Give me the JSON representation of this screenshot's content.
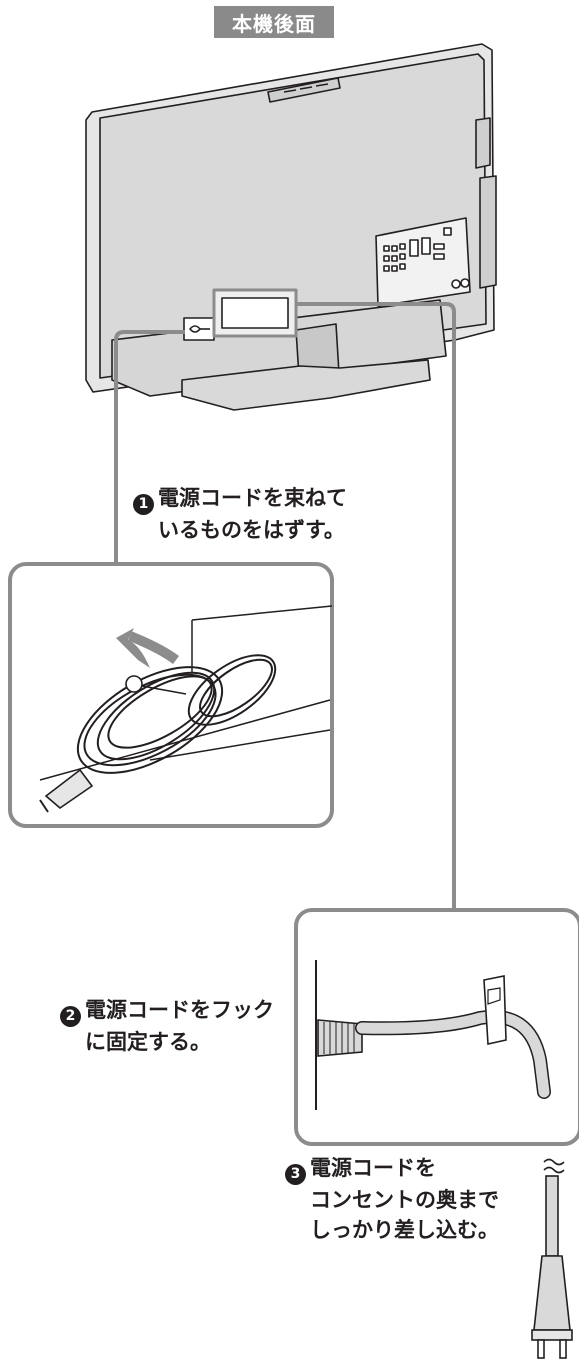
{
  "header": {
    "label": "本機後面"
  },
  "steps": [
    {
      "number": "1",
      "lines": [
        "電源コードを束ねて",
        "いるものをはずす。"
      ]
    },
    {
      "number": "2",
      "lines": [
        "電源コードをフック",
        "に固定する。"
      ]
    },
    {
      "number": "3",
      "lines": [
        "電源コードを",
        "コンセントの奥まで",
        "しっかり差し込む。"
      ]
    }
  ],
  "colors": {
    "line_art": "#231f20",
    "callout_gray": "#8c8c8c",
    "body_fill": "#e6e6e6",
    "label_bg": "#8a8a8a"
  },
  "icons": [
    "tv-rear-illustration",
    "cord-bundle-illustration",
    "hook-illustration",
    "power-plug-illustration"
  ]
}
